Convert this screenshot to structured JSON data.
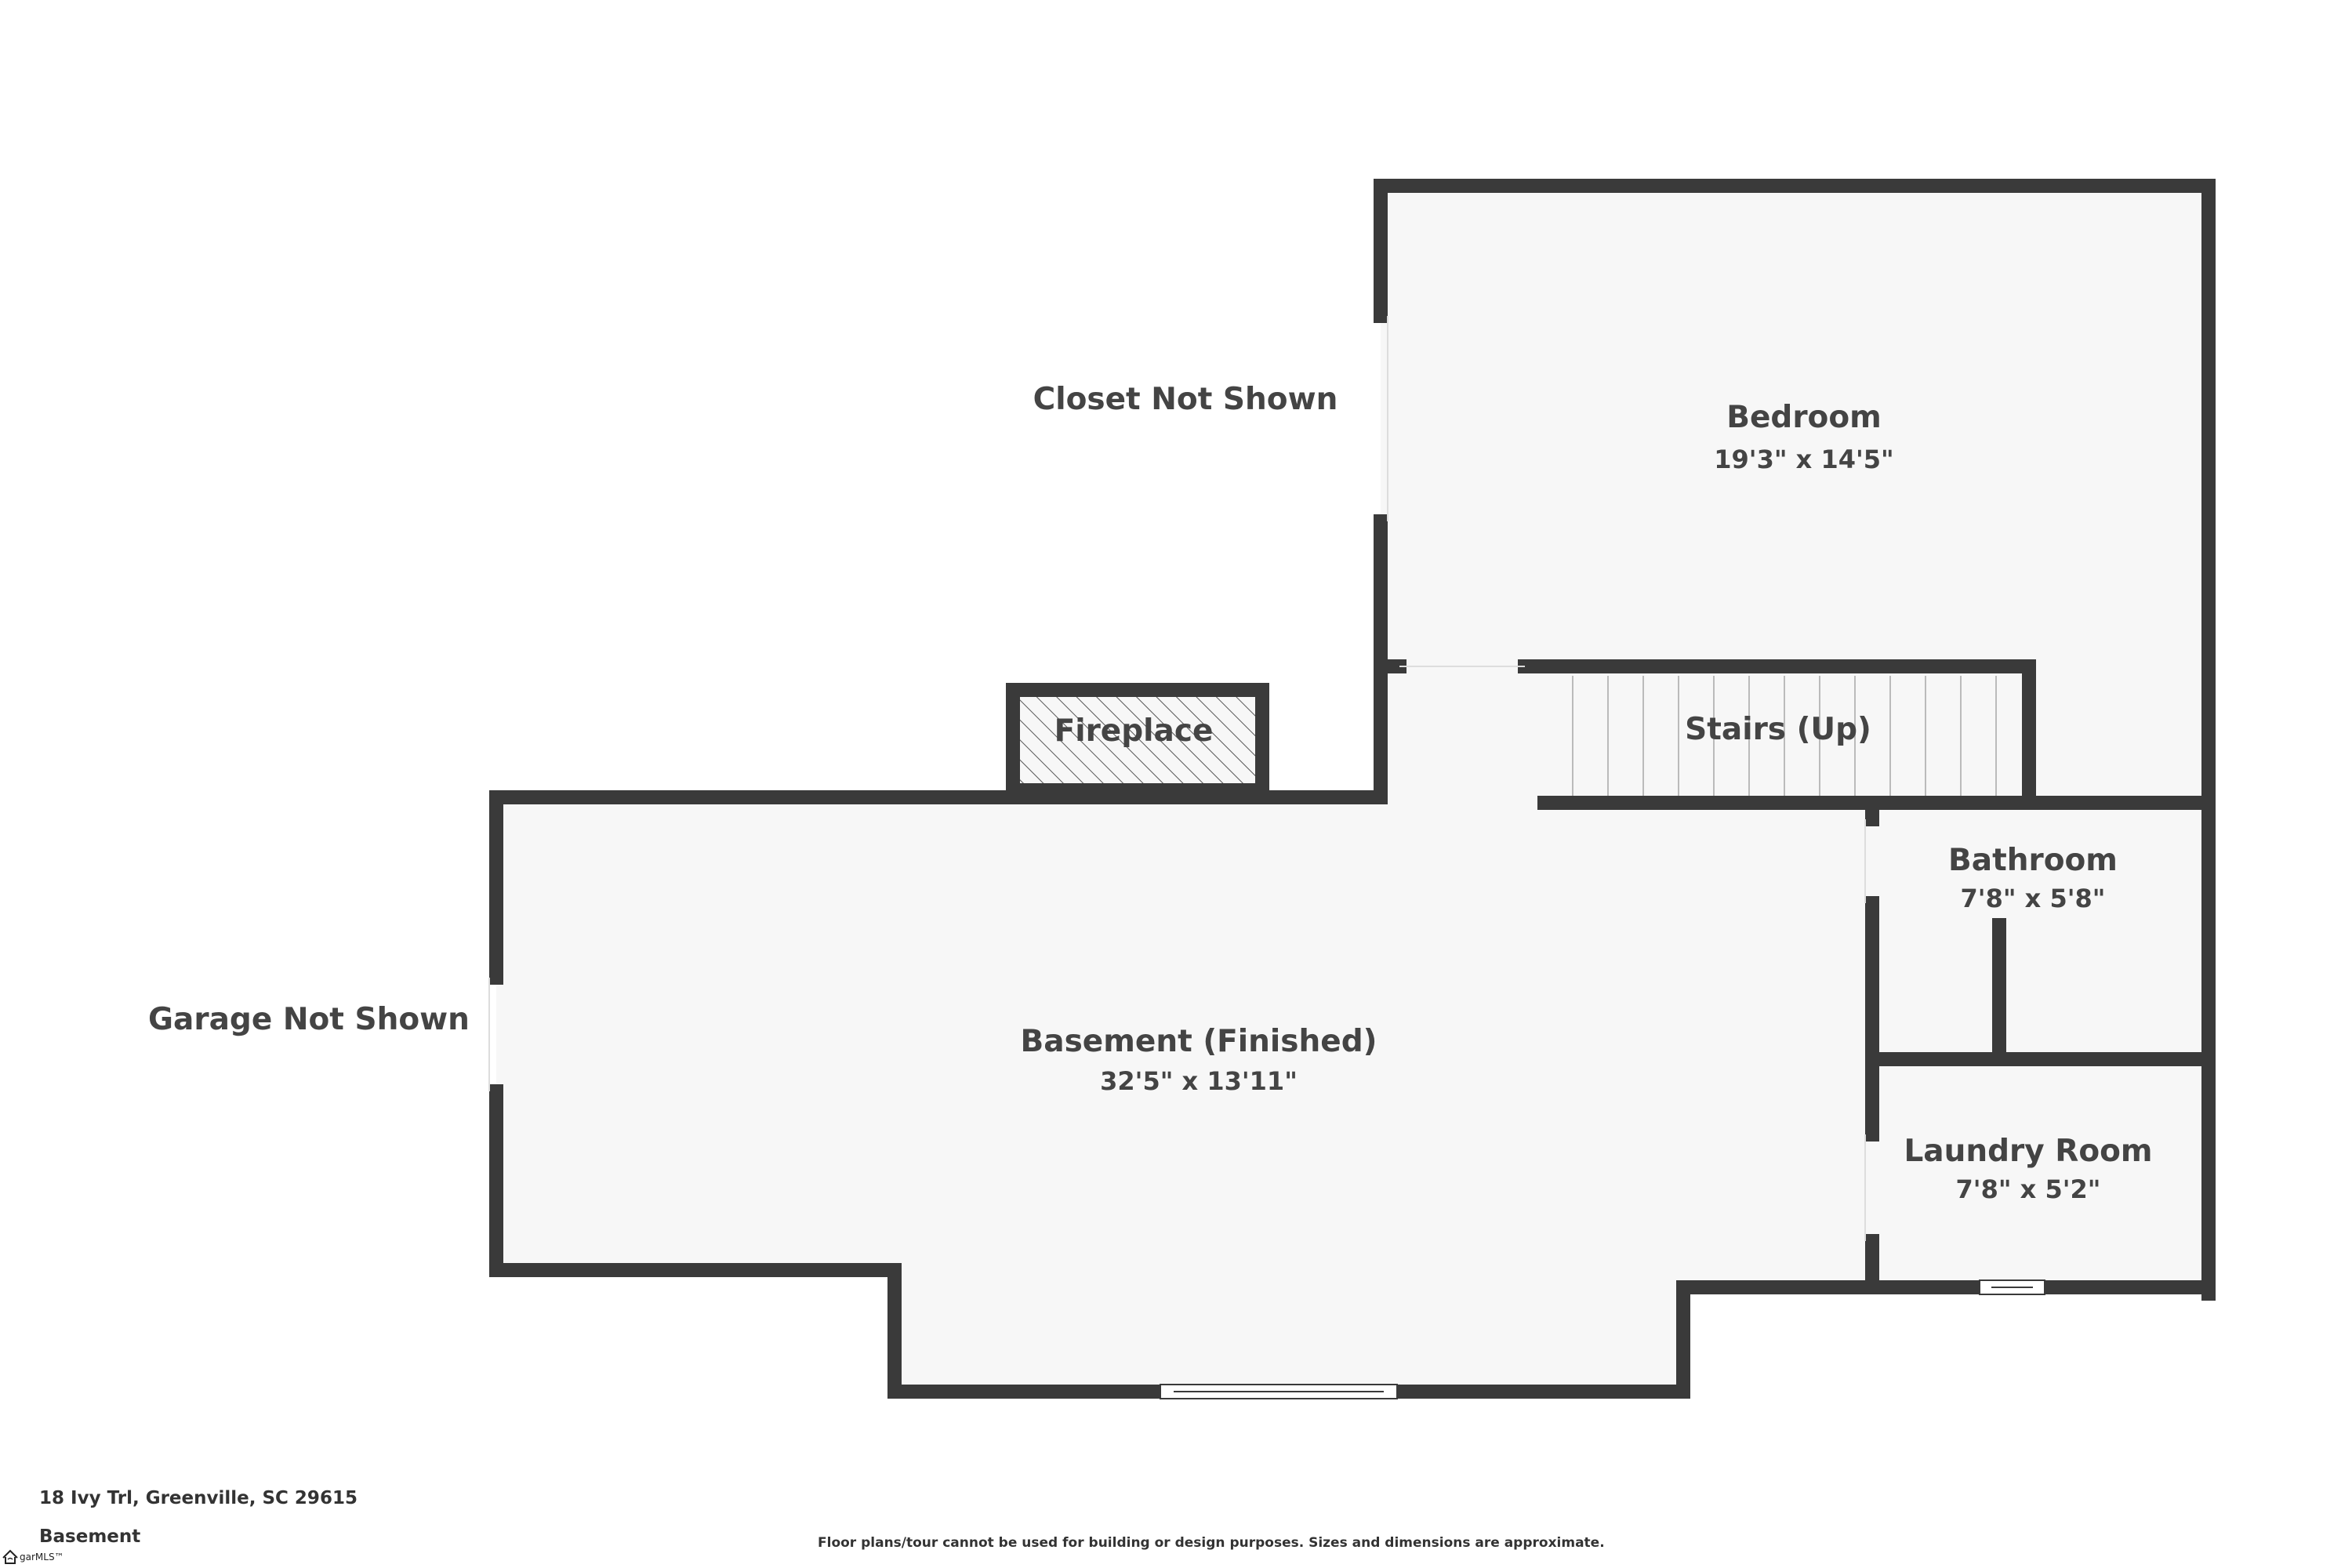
{
  "colors": {
    "wall": "#3a3a3a",
    "floor": "#f7f7f7",
    "text": "#444444",
    "opening": "#ffffff"
  },
  "rooms": {
    "bedroom": {
      "name": "Bedroom",
      "dims": "19'3\" x 14'5\""
    },
    "stairs": {
      "name": "Stairs (Up)"
    },
    "fireplace": {
      "name": "Fireplace"
    },
    "bathroom": {
      "name": "Bathroom",
      "dims": "7'8\" x 5'8\""
    },
    "basement": {
      "name": "Basement (Finished)",
      "dims": "32'5\" x 13'11\""
    },
    "laundry": {
      "name": "Laundry Room",
      "dims": "7'8\" x 5'2\""
    }
  },
  "notes": {
    "closet": "Closet Not Shown",
    "garage": "Garage Not Shown"
  },
  "footer": {
    "address": "18 Ivy Trl, Greenville, SC 29615",
    "level": "Basement",
    "disclaimer": "Floor plans/tour cannot be used for building or design purposes. Sizes and dimensions are approximate.",
    "logo_text": "garMLS™"
  }
}
